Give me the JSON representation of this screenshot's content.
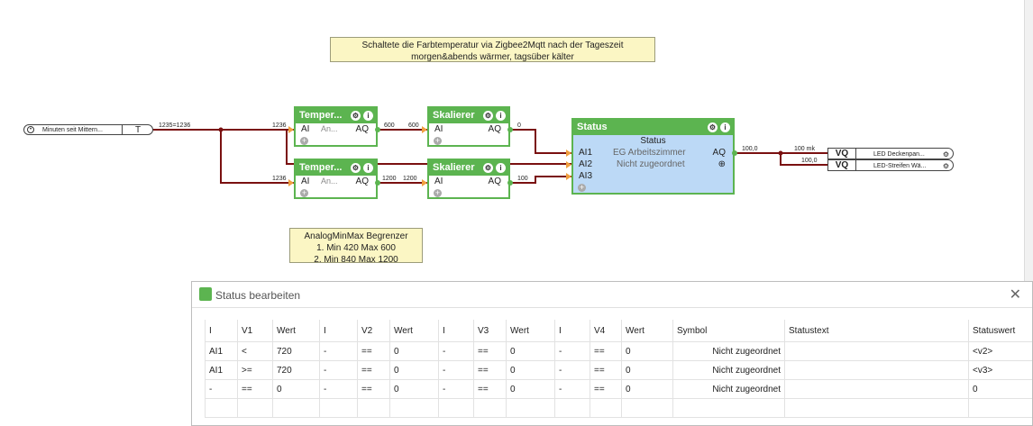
{
  "notes": {
    "top": [
      "Schaltete die Farbtemperatur via Zigbee2Mqtt nach der Tageszeit",
      "morgen&abends wärmer, tagsüber kälter"
    ],
    "bottom": [
      "AnalogMinMax Begrenzer",
      "1. Min 420 Max 600",
      "2. Min 840 Max 1200"
    ]
  },
  "input_pill": {
    "label": "Minuten seit Mittern...",
    "type": "T"
  },
  "wire_labels": {
    "src": "1235=1236",
    "t1_in": "1236",
    "t2_in": "1236",
    "t1_out": "600",
    "s1_in": "600",
    "t2_out": "1200",
    "s2_in": "1200",
    "s1_out": "0",
    "s2_out": "100",
    "status_out": "100,0",
    "vq1_in": "100 mk",
    "vq2_in": "100,0"
  },
  "blocks": [
    {
      "title": "Temper...",
      "in": "AI",
      "mid": "An...",
      "out": "AQ"
    },
    {
      "title": "Skalierer",
      "in": "AI",
      "mid": "",
      "out": "AQ"
    },
    {
      "title": "Temper...",
      "in": "AI",
      "mid": "An...",
      "out": "AQ"
    },
    {
      "title": "Skalierer",
      "in": "AI",
      "mid": "",
      "out": "AQ"
    }
  ],
  "status_block": {
    "title": "Status",
    "subtitle": "Status",
    "in1": "AI1",
    "in2": "AI2",
    "in3": "AI3",
    "text1": "EG Arbeitszimmer",
    "text2": "Nicht zugeordnet",
    "out": "AQ"
  },
  "outputs": [
    {
      "tag": "VQ",
      "label": "LED Deckenpan..."
    },
    {
      "tag": "VQ",
      "label": "LED-Streifen Wä..."
    }
  ],
  "dialog": {
    "title": "Status bearbeiten",
    "close": "✕",
    "columns": [
      "I",
      "V1",
      "Wert",
      "I",
      "V2",
      "Wert",
      "I",
      "V3",
      "Wert",
      "I",
      "V4",
      "Wert",
      "Symbol",
      "Statustext",
      "Statuswert"
    ],
    "rows": [
      [
        "AI1",
        "<",
        "720",
        "-",
        "==",
        "0",
        "-",
        "==",
        "0",
        "-",
        "==",
        "0",
        "Nicht zugeordnet",
        "",
        "<v2>"
      ],
      [
        "AI1",
        ">=",
        "720",
        "-",
        "==",
        "0",
        "-",
        "==",
        "0",
        "-",
        "==",
        "0",
        "Nicht zugeordnet",
        "",
        "<v3>"
      ],
      [
        "-",
        "==",
        "0",
        "-",
        "==",
        "0",
        "-",
        "==",
        "0",
        "-",
        "==",
        "0",
        "Nicht zugeordnet",
        "",
        "0"
      ],
      [
        "",
        "",
        "",
        "",
        "",
        "",
        "",
        "",
        "",
        "",
        "",
        "",
        "",
        "",
        ""
      ]
    ]
  },
  "colors": {
    "accent": "#5cb450",
    "wire": "#7a1010",
    "status_fill": "#bcd9f6",
    "note_fill": "#fbf6c4"
  },
  "icons": [
    "gear-icon",
    "info-icon",
    "plus-icon",
    "close-icon",
    "app-icon"
  ]
}
